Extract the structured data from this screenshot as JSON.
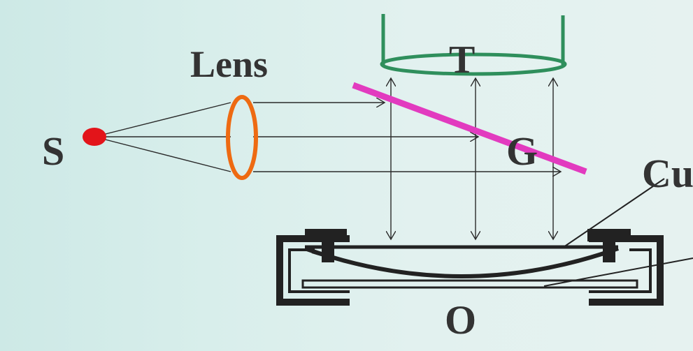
{
  "labels": {
    "source": "S",
    "lens": "Lens",
    "top": "T",
    "glass": "G",
    "cu": "Cu",
    "bottom": "O"
  },
  "colors": {
    "background": "#d6ecea",
    "source": "#e3141a",
    "lens": "#ee6a12",
    "tube": "#2f8f5c",
    "glass_plate": "#e23bbf",
    "rays": "#2a2a2a",
    "apparatus": "#222222",
    "text": "#333333"
  }
}
